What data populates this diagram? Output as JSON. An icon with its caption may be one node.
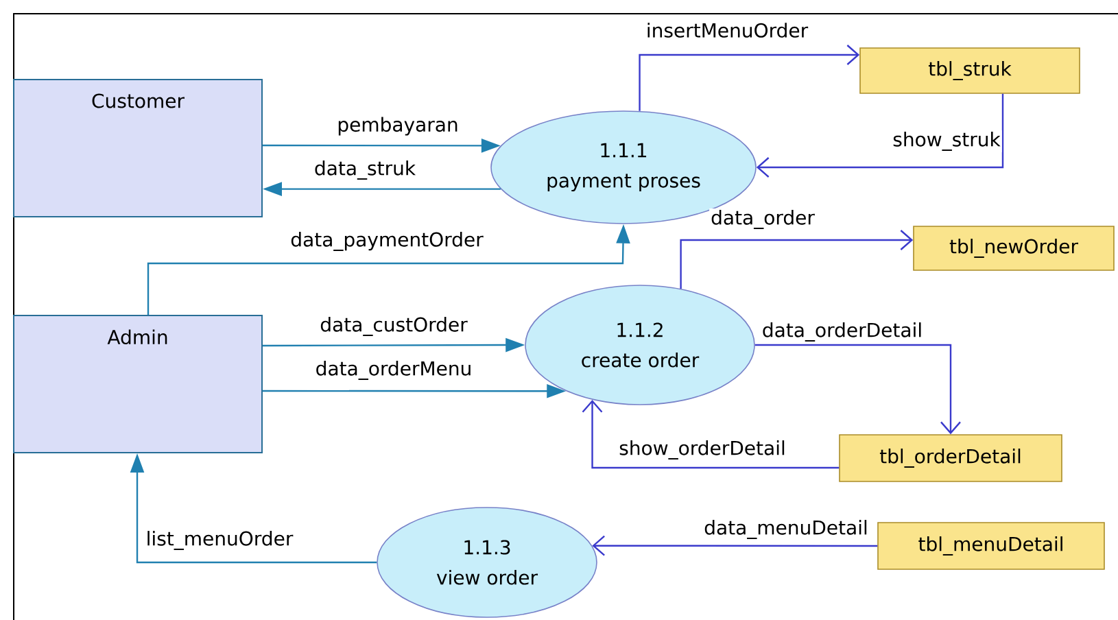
{
  "diagram": {
    "nodes": [
      {
        "text": [
          "Customer"
        ]
      },
      {
        "text": [
          "Admin"
        ]
      },
      {
        "text": [
          "1.1.1",
          "payment proses"
        ]
      },
      {
        "text": [
          "1.1.2",
          "create order"
        ]
      },
      {
        "text": [
          "1.1.3",
          "view order"
        ]
      },
      {
        "text": [
          "tbl_struk"
        ]
      },
      {
        "text": [
          "tbl_newOrder"
        ]
      },
      {
        "text": [
          "tbl_orderDetail"
        ]
      },
      {
        "text": [
          "tbl_menuDetail"
        ]
      }
    ],
    "edges": [
      {
        "from": 0,
        "to": 2,
        "arrow": "to",
        "label": "pembayaran"
      },
      {
        "from": 2,
        "to": 0,
        "arrow": "to",
        "label": "data_struk"
      },
      {
        "from": 1,
        "to": 2,
        "arrow": "to",
        "label": "data_paymentOrder"
      },
      {
        "from": 1,
        "to": 3,
        "arrow": "to",
        "label": "data_custOrder"
      },
      {
        "from": 1,
        "to": 3,
        "arrow": "to",
        "label": "data_orderMenu"
      },
      {
        "from": 4,
        "to": 1,
        "arrow": "to",
        "label": "list_menuOrder"
      },
      {
        "from": 2,
        "to": 5,
        "arrow": "to",
        "label": "insertMenuOrder",
        "color": "#3a3acc"
      },
      {
        "from": 5,
        "to": 2,
        "arrow": "to",
        "label": "show_struk",
        "color": "#3a3acc"
      },
      {
        "from": 3,
        "to": 6,
        "arrow": "to",
        "label": "data_order",
        "color": "#3a3acc"
      },
      {
        "from": 3,
        "to": 7,
        "arrow": "to",
        "label": "data_orderDetail",
        "color": "#3a3acc"
      },
      {
        "from": 7,
        "to": 3,
        "arrow": "to",
        "label": "show_orderDetail",
        "color": "#3a3acc"
      },
      {
        "from": 8,
        "to": 4,
        "arrow": "to",
        "label": "data_menuDetail",
        "color": "#3a3acc"
      }
    ]
  }
}
